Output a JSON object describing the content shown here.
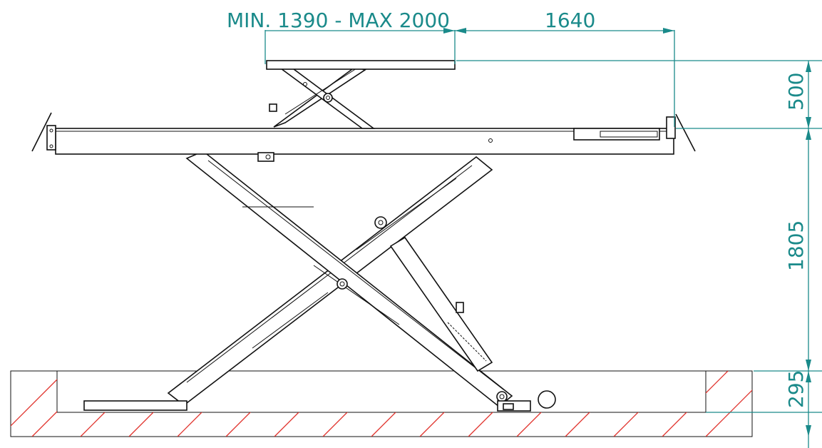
{
  "dimensions": {
    "runway_extension_range": "MIN. 1390  - MAX 2000",
    "extension_length": "1640",
    "auxiliary_platform_height": "500",
    "lift_height": "1805",
    "pit_depth": "295"
  },
  "colors": {
    "dimension": "#1a8a8a",
    "outline": "#111111",
    "hatching": "#e0302a"
  }
}
